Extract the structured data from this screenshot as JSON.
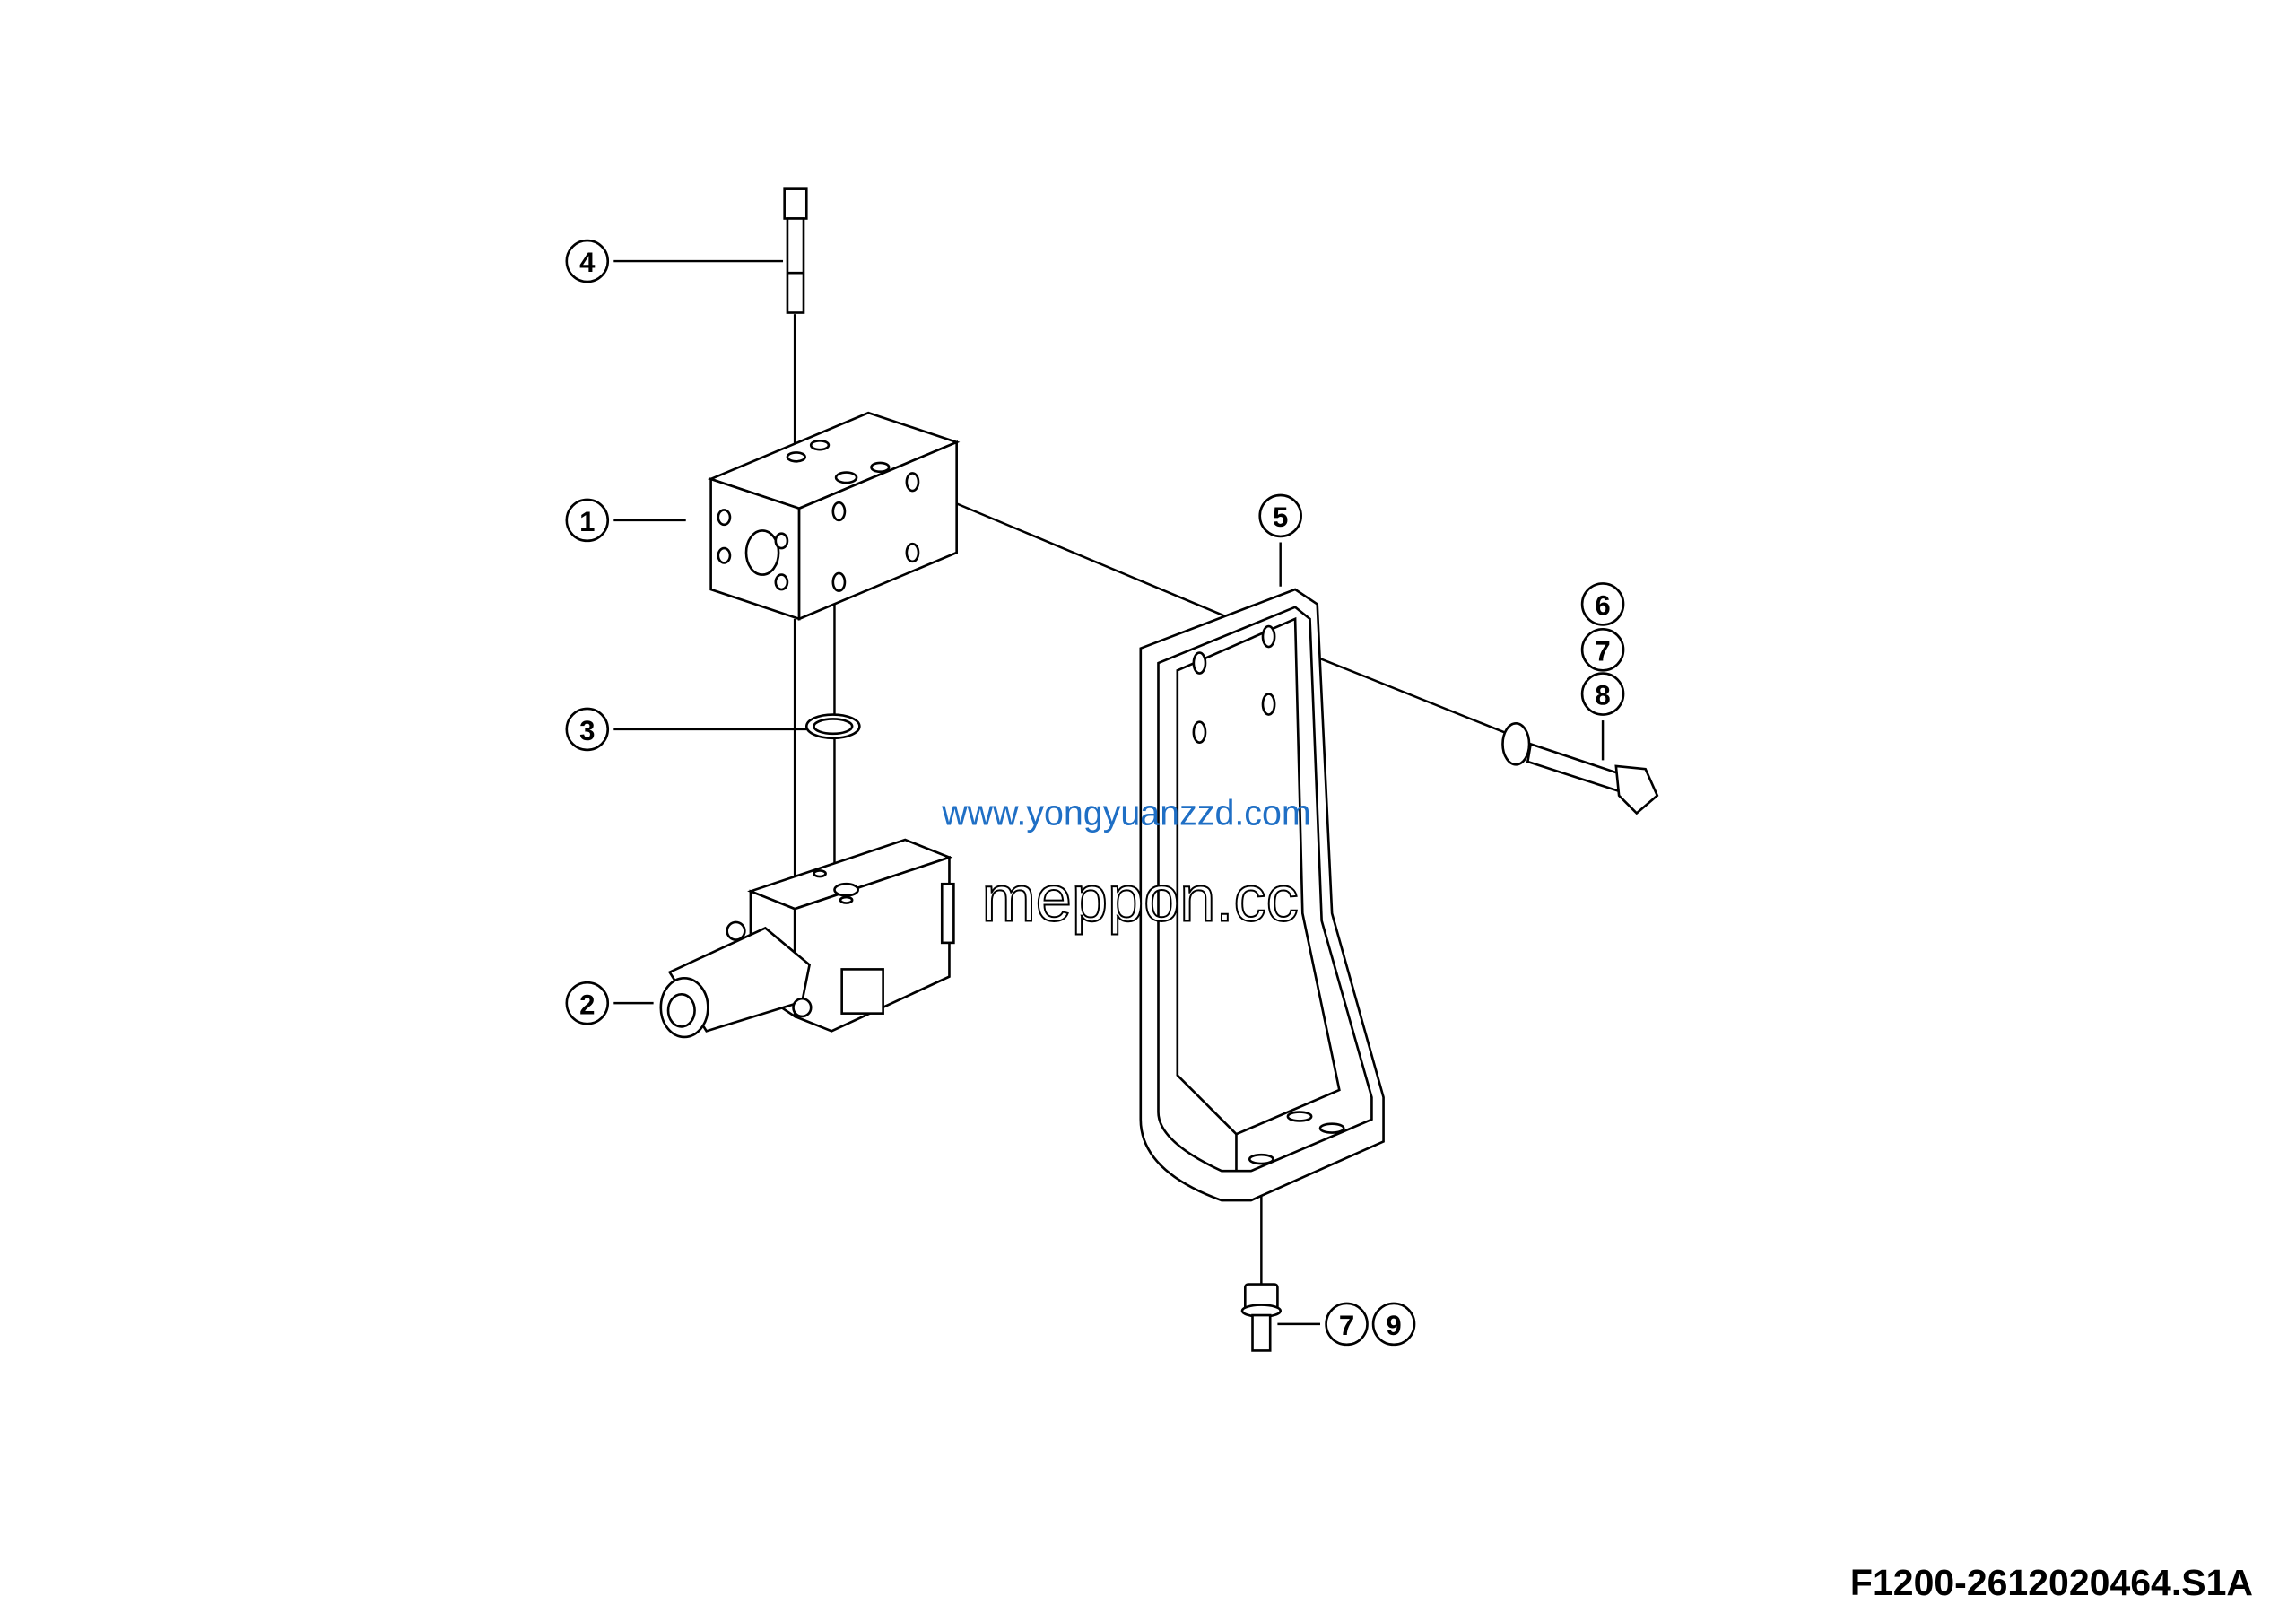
{
  "drawing_code": "F1200-2612020464.S1A",
  "callouts": [
    "1",
    "2",
    "3",
    "4",
    "5",
    "6",
    "7",
    "8",
    "7",
    "9"
  ],
  "watermarks": {
    "primary": "www.yongyuanzzd.com",
    "secondary": "meppon.cc"
  },
  "colors": {
    "lines": "#000000",
    "watermark": "#1f6fc5"
  }
}
